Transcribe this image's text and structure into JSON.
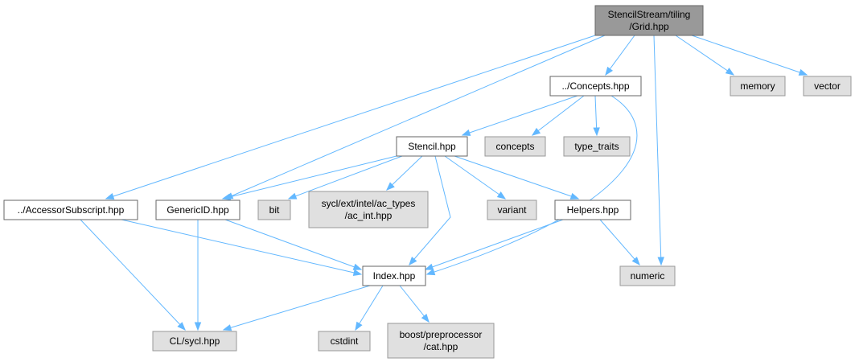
{
  "diagram": {
    "nodes": [
      {
        "id": "grid",
        "kind": "root",
        "lines": [
          "StencilStream/tiling",
          "/Grid.hpp"
        ]
      },
      {
        "id": "concepts_hpp",
        "kind": "local",
        "lines": [
          "../Concepts.hpp"
        ]
      },
      {
        "id": "memory",
        "kind": "ext",
        "lines": [
          "memory"
        ]
      },
      {
        "id": "vector",
        "kind": "ext",
        "lines": [
          "vector"
        ]
      },
      {
        "id": "stencil",
        "kind": "local",
        "lines": [
          "Stencil.hpp"
        ]
      },
      {
        "id": "concepts",
        "kind": "ext",
        "lines": [
          "concepts"
        ]
      },
      {
        "id": "type_traits",
        "kind": "ext",
        "lines": [
          "type_traits"
        ]
      },
      {
        "id": "accessor",
        "kind": "local",
        "lines": [
          "../AccessorSubscript.hpp"
        ]
      },
      {
        "id": "genericid",
        "kind": "local",
        "lines": [
          "GenericID.hpp"
        ]
      },
      {
        "id": "bit",
        "kind": "ext",
        "lines": [
          "bit"
        ]
      },
      {
        "id": "ac_int",
        "kind": "ext",
        "lines": [
          "sycl/ext/intel/ac_types",
          "/ac_int.hpp"
        ]
      },
      {
        "id": "variant",
        "kind": "ext",
        "lines": [
          "variant"
        ]
      },
      {
        "id": "helpers",
        "kind": "local",
        "lines": [
          "Helpers.hpp"
        ]
      },
      {
        "id": "index",
        "kind": "local",
        "lines": [
          "Index.hpp"
        ]
      },
      {
        "id": "numeric",
        "kind": "ext",
        "lines": [
          "numeric"
        ]
      },
      {
        "id": "sycl",
        "kind": "ext",
        "lines": [
          "CL/sycl.hpp"
        ]
      },
      {
        "id": "cstdint",
        "kind": "ext",
        "lines": [
          "cstdint"
        ]
      },
      {
        "id": "boost_cat",
        "kind": "ext",
        "lines": [
          "boost/preprocessor",
          "/cat.hpp"
        ]
      }
    ],
    "edges": [
      {
        "from": "grid",
        "to": "concepts_hpp"
      },
      {
        "from": "grid",
        "to": "memory"
      },
      {
        "from": "grid",
        "to": "vector"
      },
      {
        "from": "grid",
        "to": "accessor"
      },
      {
        "from": "grid",
        "to": "genericid"
      },
      {
        "from": "grid",
        "to": "numeric"
      },
      {
        "from": "concepts_hpp",
        "to": "stencil"
      },
      {
        "from": "concepts_hpp",
        "to": "concepts"
      },
      {
        "from": "concepts_hpp",
        "to": "type_traits"
      },
      {
        "from": "concepts_hpp",
        "to": "index"
      },
      {
        "from": "stencil",
        "to": "genericid"
      },
      {
        "from": "stencil",
        "to": "bit"
      },
      {
        "from": "stencil",
        "to": "ac_int"
      },
      {
        "from": "stencil",
        "to": "variant"
      },
      {
        "from": "stencil",
        "to": "helpers"
      },
      {
        "from": "stencil",
        "to": "index"
      },
      {
        "from": "accessor",
        "to": "index"
      },
      {
        "from": "accessor",
        "to": "sycl"
      },
      {
        "from": "genericid",
        "to": "index"
      },
      {
        "from": "genericid",
        "to": "sycl"
      },
      {
        "from": "helpers",
        "to": "index"
      },
      {
        "from": "helpers",
        "to": "numeric"
      },
      {
        "from": "index",
        "to": "sycl"
      },
      {
        "from": "index",
        "to": "cstdint"
      },
      {
        "from": "index",
        "to": "boost_cat"
      }
    ]
  },
  "colors": {
    "edge": "#63b8ff",
    "root_fill": "#999999",
    "local_fill": "#ffffff",
    "ext_fill": "#e0e0e0"
  }
}
